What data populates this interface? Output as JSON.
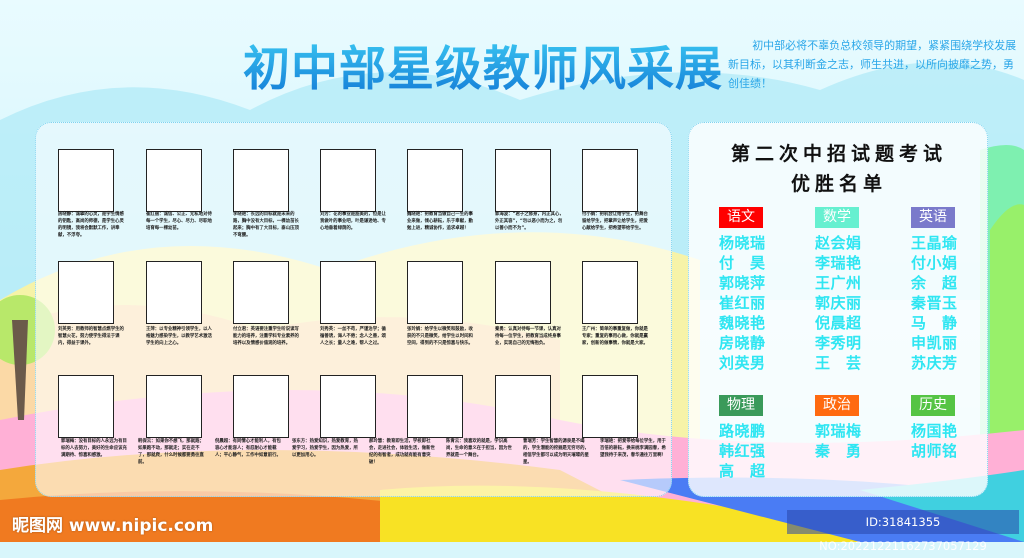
{
  "title": "初中部星级教师风采展",
  "motto": "初中部必将不辜负总校领导的期望，紧紧围绕学校发展新目标，以其利断金之志，师生共进，以所向披靡之势，勇创佳绩！",
  "teachers": {
    "row1": [
      "房晓静：诚挚的心灵，是学生情感的钥匙，高尚的师德，是学生心灵的明镜，我将会默默工作，讲奉献，不浮夸。",
      "崔红丽：诚信、公正、无私地对待每一个学生，尽心、尽力、尽职地培育每一棵幼苗。",
      "李晓艳：长远的目标就是未来的路，胸中没有大目标，一棵幼苗长起来；胸中有了大目标，泰山压顶不弯腰。",
      "刘芳：花的事业是甜美的，但是让我做叶的事业吧，叶是谦逊地、专心地垂着绿荫的。",
      "魏晓艳：把教育当做自己一生的事业来做，倾心耕耘，乐于奉献，勤勉上进，精诚协作，追求卓越！",
      "郭海波：“君子之修身，内正其心，外正其容”，“勿以恶小而为之，勿以善小而不为”。",
      "付小娟：把机会让给学生，把舞台留给学生，把掌声让给学生，把爱心献给学生，把希望带给学生。"
    ],
    "row2": [
      "刘英男：用教师的智慧点燃学生的智慧火花，努力使学生得法于课内，得益于课外。",
      "王萍：以专业精神引领学生，以人格魅力感染学生，以教学艺术激活学生的向上之心。",
      "付立君：英语要注重学生听说读写能力的培养，注重学科专业素养的培养以及情感价值观的培养。",
      "刘秀英：一丝不苟，严谨治学；循循善诱，诲人不倦；念人之善，颂人之长；量人之难，帮人之过。",
      "张玲娟：给学生以微笑和鼓励，收获的不只是微笑，给学生以时间和空间，得到的不只是惊喜与快乐。",
      "秦勇：认真对待每一节课，认真对待每一位学生，把教育当成终身事业，实现自己的无悔抱负。",
      "王广州：简单的事重复做，你就是专家；重复的事用心做，你就是赢家，创新的做事情，你就是大家。"
    ],
    "row3": [
      "郭瑞梅：没有目标的人永远为有目标的人去努力，美好的生命应该充满期待、惊喜和感激。",
      "韩保云：如果你不想飞，那就跑；如果跑不动，那就走；实在走不了，那就爬，什么时候都要勇往直前。",
      "倪晨超：有同情心才能利人，有包容心才能容人；有忍耐心才能载人；平心静气，工作中如意前行。",
      "张东方：热爱知识，热爱教育，热爱学习，热爱学生，因为热爱，所以更加用心。",
      "郝玲慧：教育即生活，学校即社会，走进社会，体验生活，做新世纪的有智者，成功就有能有意突破！",
      "陈青云：我喜欢的就是，学识高尚，生命的意义在于担当，因为世界就是一个舞台。",
      "曹瑞芳：学生智慧的源泉是不竭的，学生潜能的挖掘是无穷尽的，相信学生都可以成为明天璀璨的星星。",
      "李瑞艳：把爱带给每位学生，用于百倍的耕耘，换来桃李满园春，希望我待于来茂，春华通往万里啊！"
    ]
  },
  "honor_list": {
    "title_line1": "第二次中招试题考试",
    "title_line2": "优胜名单",
    "subjects": [
      {
        "name": "语文",
        "color": "#ff0000",
        "students": [
          "杨晓瑞",
          "付昊",
          "郭晓萍",
          "崔红丽",
          "魏晓艳",
          "房晓静",
          "刘英男"
        ]
      },
      {
        "name": "数学",
        "color": "#66f0d0",
        "students": [
          "赵会娟",
          "李瑞艳",
          "王广州",
          "郭庆丽",
          "倪晨超",
          "李秀明",
          "王芸"
        ]
      },
      {
        "name": "英语",
        "color": "#7a7acb",
        "students": [
          "王晶瑜",
          "付小娟",
          "余超",
          "秦晋玉",
          "马静",
          "申凯丽",
          "苏庆芳"
        ]
      },
      {
        "name": "物理",
        "color": "#3a9a5a",
        "students": [
          "路晓鹏",
          "韩红强",
          "高超"
        ]
      },
      {
        "name": "政治",
        "color": "#ff6a10",
        "students": [
          "郭瑞梅",
          "秦勇"
        ]
      },
      {
        "name": "历史",
        "color": "#55c444",
        "students": [
          "杨国艳",
          "胡师铭"
        ]
      }
    ]
  },
  "watermark": {
    "logo": "昵图网 www.nipic.com",
    "id": "ID:31841355 NO:20221221162737057129"
  }
}
